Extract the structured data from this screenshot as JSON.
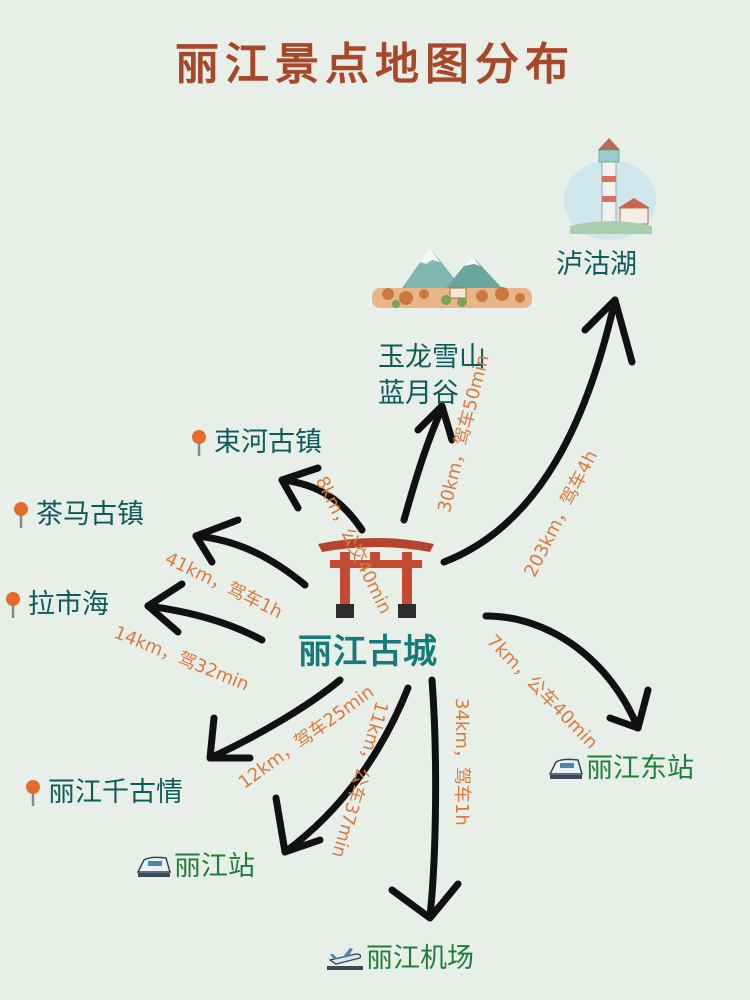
{
  "title": "丽江景点地图分布",
  "center": {
    "name": "丽江古城",
    "icon": "torii-gate-icon"
  },
  "places": {
    "lugu_lake": {
      "name": "泸沽湖",
      "icon": "lighthouse-icon"
    },
    "yulong": {
      "line1": "玉龙雪山",
      "line2": "蓝月谷",
      "icon": "snow-mountain-icon"
    },
    "shuhe": {
      "name": "束河古镇",
      "icon": "pin-icon"
    },
    "chamagu": {
      "name": "茶马古镇",
      "icon": "pin-icon"
    },
    "lashihai": {
      "name": "拉市海",
      "icon": "pin-icon"
    },
    "qianguqing": {
      "name": "丽江千古情",
      "icon": "pin-icon"
    },
    "east_station": {
      "name": "丽江东站",
      "icon": "train-icon"
    },
    "station": {
      "name": "丽江站",
      "icon": "train-icon"
    },
    "airport": {
      "name": "丽江机场",
      "icon": "airplane-icon"
    }
  },
  "routes": {
    "lugu_lake": "203km，驾车4h",
    "yulong": "30km，驾车50min",
    "shuhe": "8km，公交40min",
    "chamagu": "41km，驾车1h",
    "lashihai": "14km，驾32min",
    "qianguqing": "12km，驾车25min",
    "station": "11km，公车37min",
    "airport": "34km，驾车1h",
    "east_station": "7km，公车40min"
  },
  "colors": {
    "background": "#e8efe9",
    "title": "#a8482a",
    "place": "#0f5a5a",
    "transport": "#1f7f3a",
    "route": "#d97a3e",
    "arrow": "#111111"
  }
}
